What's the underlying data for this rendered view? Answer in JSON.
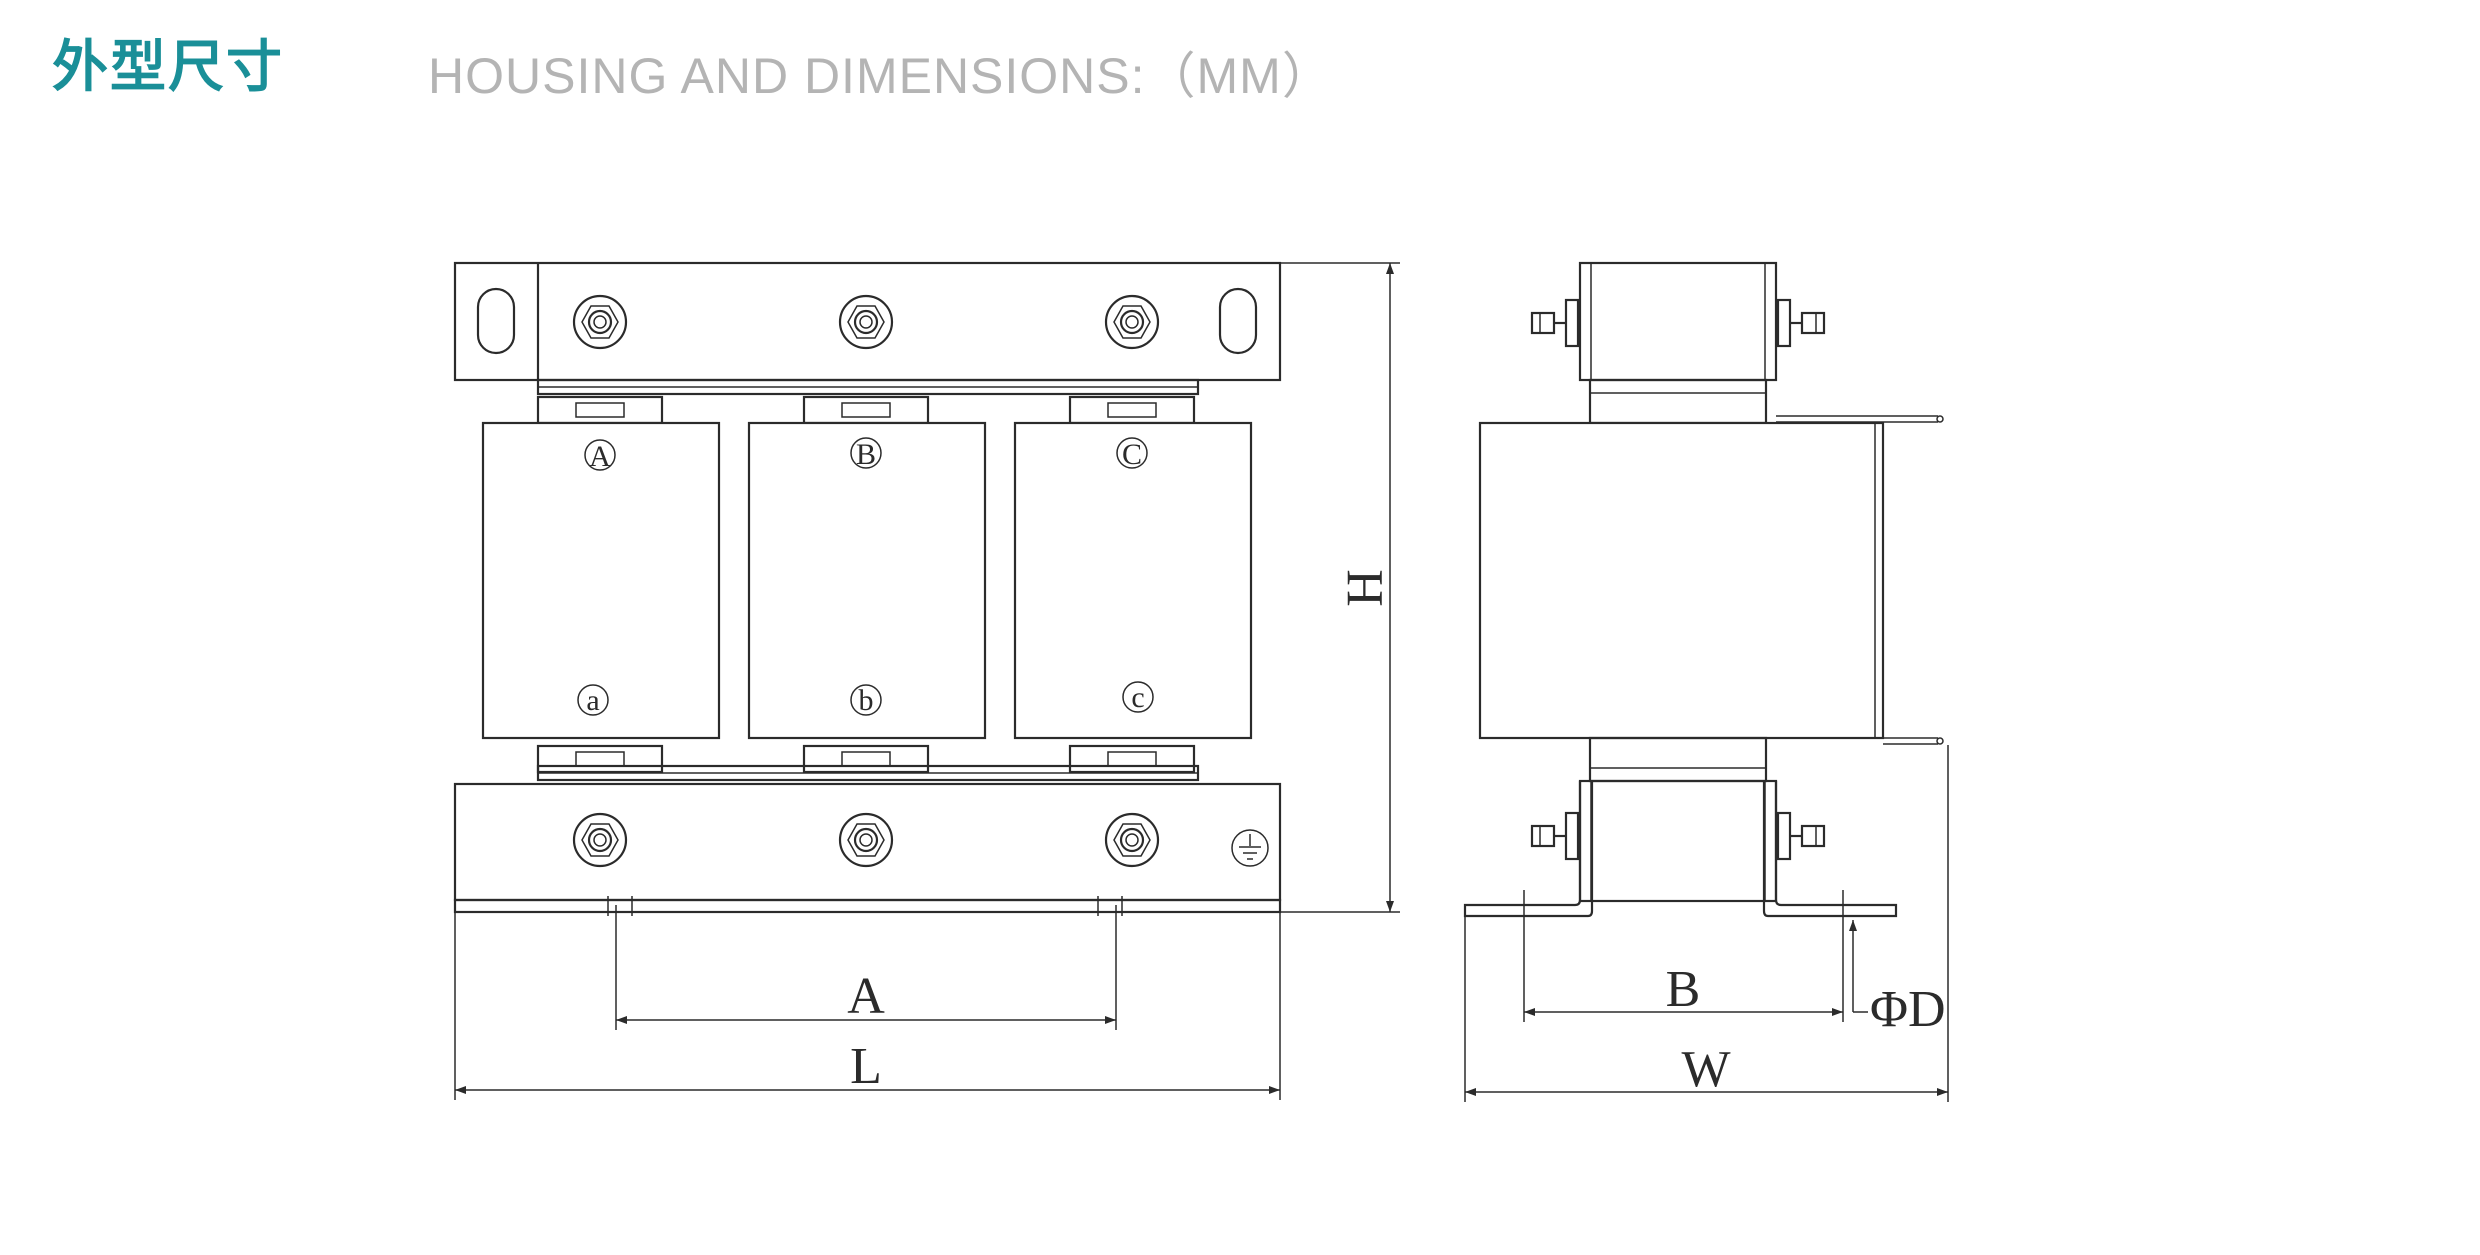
{
  "header": {
    "title_cn": "外型尺寸",
    "title_en": "HOUSING AND DIMENSIONS:（MM）"
  },
  "colors": {
    "title_cn": "#1a8f98",
    "title_en": "#b4b4b4",
    "line": "#2b2b2b"
  },
  "drawing": {
    "front_view": {
      "terminals_top": [
        "A",
        "B",
        "C"
      ],
      "terminals_bottom": [
        "a",
        "b",
        "c"
      ],
      "dim_A": "A",
      "dim_L": "L",
      "dim_H": "H",
      "ground_icon": "ground-icon"
    },
    "side_view": {
      "dim_B": "B",
      "dim_W": "W",
      "dim_D": "ΦD"
    }
  }
}
